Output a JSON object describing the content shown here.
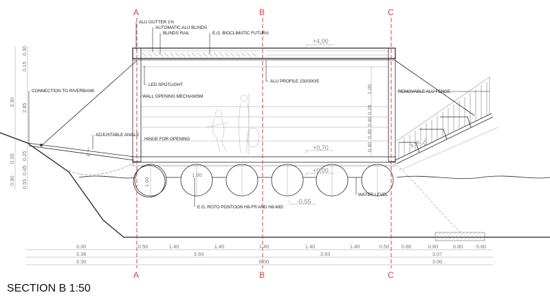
{
  "title": "SECTION B 1:50",
  "section_markers": {
    "a": "A",
    "b": "B",
    "c": "C"
  },
  "labels": {
    "alu_gutter": "ALU GUTTER 1%",
    "automatic_blinds": "AUTOMATIC ALU BLINDS",
    "blinds_rail": "BLINDS RAIL",
    "bioclimatic": "E.G. BIOCLIMATIC FUTURA",
    "led_spotlight": "LED SPOTLIGHT",
    "alu_profile": "ALU PROFILE 150/300/5",
    "wall_opening": "WALL OPENING MECHANISM",
    "connection_riverbank": "CONNECTION TO RIVERBANK",
    "adjustable_angle": "ADJUSTABLE ANGLE",
    "hinge": "HINGE FOR OPENING",
    "pontoon": "E.G. ROTO PONTOON H8-FR AND H8-MID",
    "water_level": "WATER LEVEL",
    "fence": "REMOVABLE ALU FENCE"
  },
  "levels": {
    "roof": "+4,00",
    "floor": "+0,70",
    "water": "+0,00",
    "bottom": "-0,55"
  },
  "left_dims": {
    "total": "3.30",
    "wall": "2.85",
    "roof_top": "0.30",
    "roof_b": "0.15",
    "deck_a": "0.35",
    "deck_b": "0.25",
    "pont_a": "0.45",
    "pont_total": "0.90",
    "pont_b": "0.55"
  },
  "ramp_left": {
    "angle": "6.7°"
  },
  "ramp_right": {
    "length": "3.30",
    "angle": "27°"
  },
  "right_dims": [
    "1.00",
    "0.28",
    "0.40",
    "0.40",
    "0.40"
  ],
  "pontoon_dims": {
    "height": "1.00",
    "width": "1.00"
  },
  "bottom_dims": {
    "row1": [
      "3.30",
      "0.50",
      "1.40",
      "1.40",
      "1.40",
      "1.40",
      "1.40",
      "0.50",
      "0.80",
      "0.80",
      "0.80",
      "0.60"
    ],
    "row2": [
      "3.38",
      "3.93",
      "3.93",
      "3.07"
    ],
    "row3": [
      "3.30",
      "8.00",
      "3.00"
    ]
  }
}
